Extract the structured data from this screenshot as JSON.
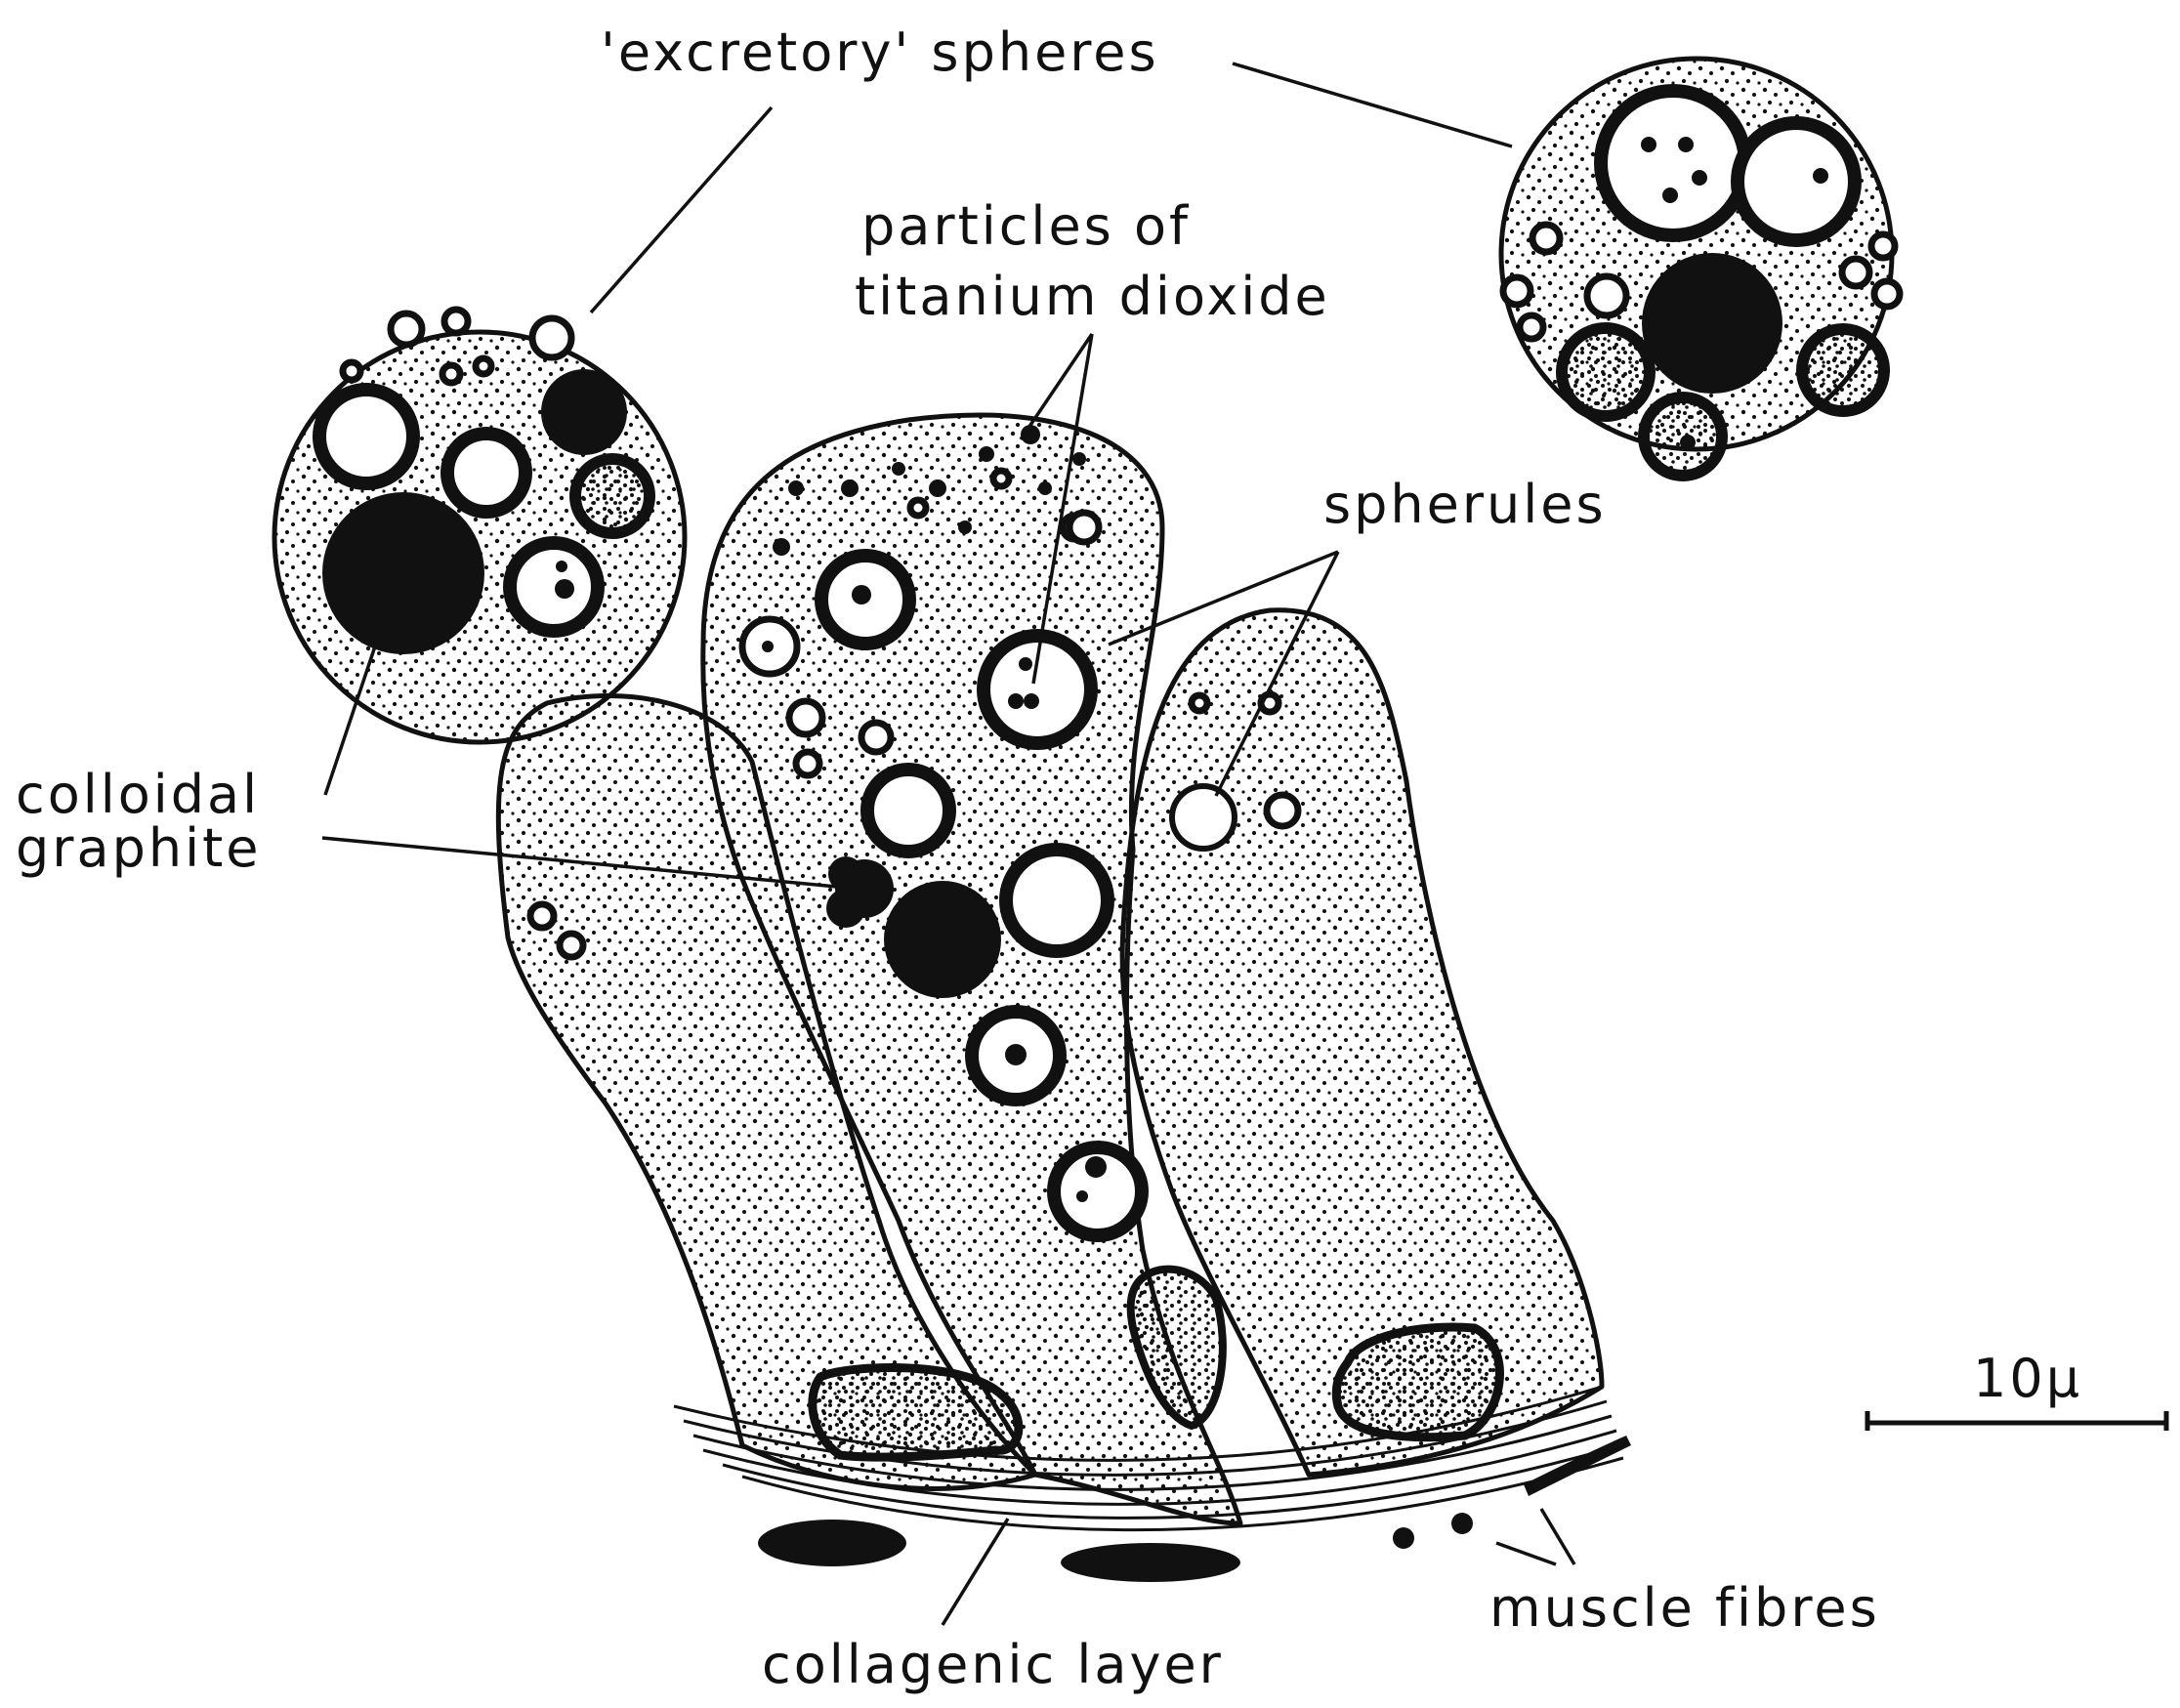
{
  "labels": {
    "excretory_spheres": "'excretory' spheres",
    "particles_line1": "particles of",
    "particles_line2": "titanium dioxide",
    "spherules": "spherules",
    "colloidal_line1": "colloidal",
    "colloidal_line2": "graphite",
    "scale_bar": "10µ",
    "muscle_fibres": "muscle fibres",
    "collagenic_layer": "collagenic layer"
  },
  "colors": {
    "ink": "#111111",
    "paper": "#ffffff"
  },
  "icons": [
    "scale-bar-icon"
  ]
}
